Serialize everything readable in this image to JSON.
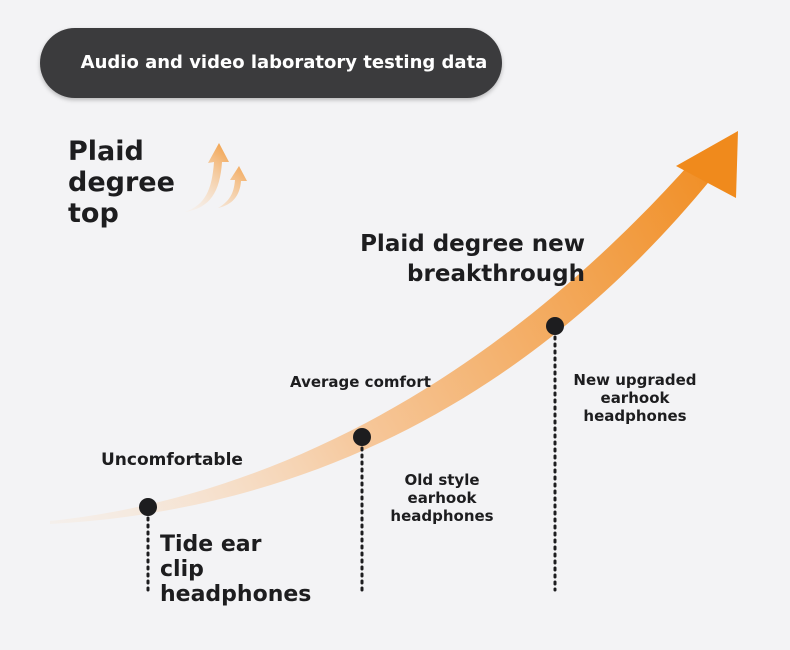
{
  "header": {
    "title": "Audio and video laboratory testing data"
  },
  "side_label": "Plaid degree top",
  "headline": "Plaid degree new breakthrough",
  "stages": [
    {
      "level": "Uncomfortable",
      "product": "Tide ear clip headphones"
    },
    {
      "level": "Average comfort",
      "product": "Old style earhook headphones"
    },
    {
      "level": "",
      "product": "New upgraded earhook headphones"
    }
  ],
  "colors": {
    "accent": "#f08a1c",
    "pill": "#3b3b3d",
    "background": "#f3f3f5"
  }
}
